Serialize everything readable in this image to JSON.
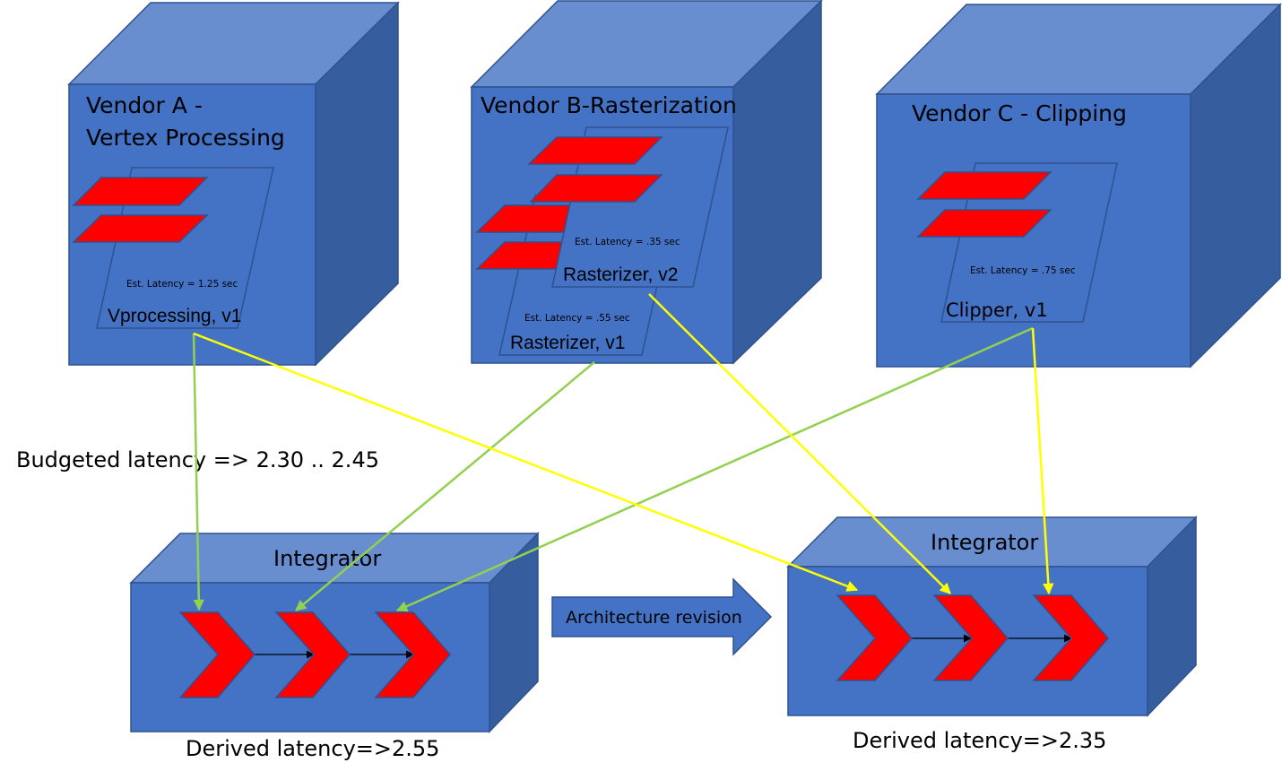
{
  "vendors": [
    {
      "title_lines": [
        "Vendor A -",
        "Vertex Processing"
      ],
      "components": [
        {
          "name": "Vprocessing, v1",
          "latency_label": "Est. Latency = 1.25 sec",
          "latency_sec": 1.25
        }
      ]
    },
    {
      "title_lines": [
        "Vendor B-Rasterization"
      ],
      "components": [
        {
          "name": "Rasterizer, v1",
          "latency_label": "Est. Latency = .55 sec",
          "latency_sec": 0.55
        },
        {
          "name": "Rasterizer, v2",
          "latency_label": "Est. Latency = .35 sec",
          "latency_sec": 0.35
        }
      ]
    },
    {
      "title_lines": [
        "Vendor C - Clipping"
      ],
      "components": [
        {
          "name": "Clipper, v1",
          "latency_label": "Est. Latency = .75 sec",
          "latency_sec": 0.75
        }
      ]
    }
  ],
  "budget_note": "Budgeted latency => 2.30 .. 2.45",
  "integrators": [
    {
      "title": "Integrator",
      "derived_label": "Derived latency=>2.55",
      "inputs": [
        "Vprocessing, v1",
        "Rasterizer, v1",
        "Clipper, v1"
      ],
      "link_color": "#92d050"
    },
    {
      "title": "Integrator",
      "derived_label": "Derived latency=>2.35",
      "inputs": [
        "Vprocessing, v1",
        "Rasterizer, v2",
        "Clipper, v1"
      ],
      "link_color": "#ffff00"
    }
  ],
  "revision_arrow_label": "Architecture revision",
  "colors": {
    "cube_front": "#4472c4",
    "cube_top": "#698ed0",
    "cube_side": "#365e9f",
    "stage_red": "#ff0000",
    "link_before": "#92d050",
    "link_after": "#ffff00"
  }
}
